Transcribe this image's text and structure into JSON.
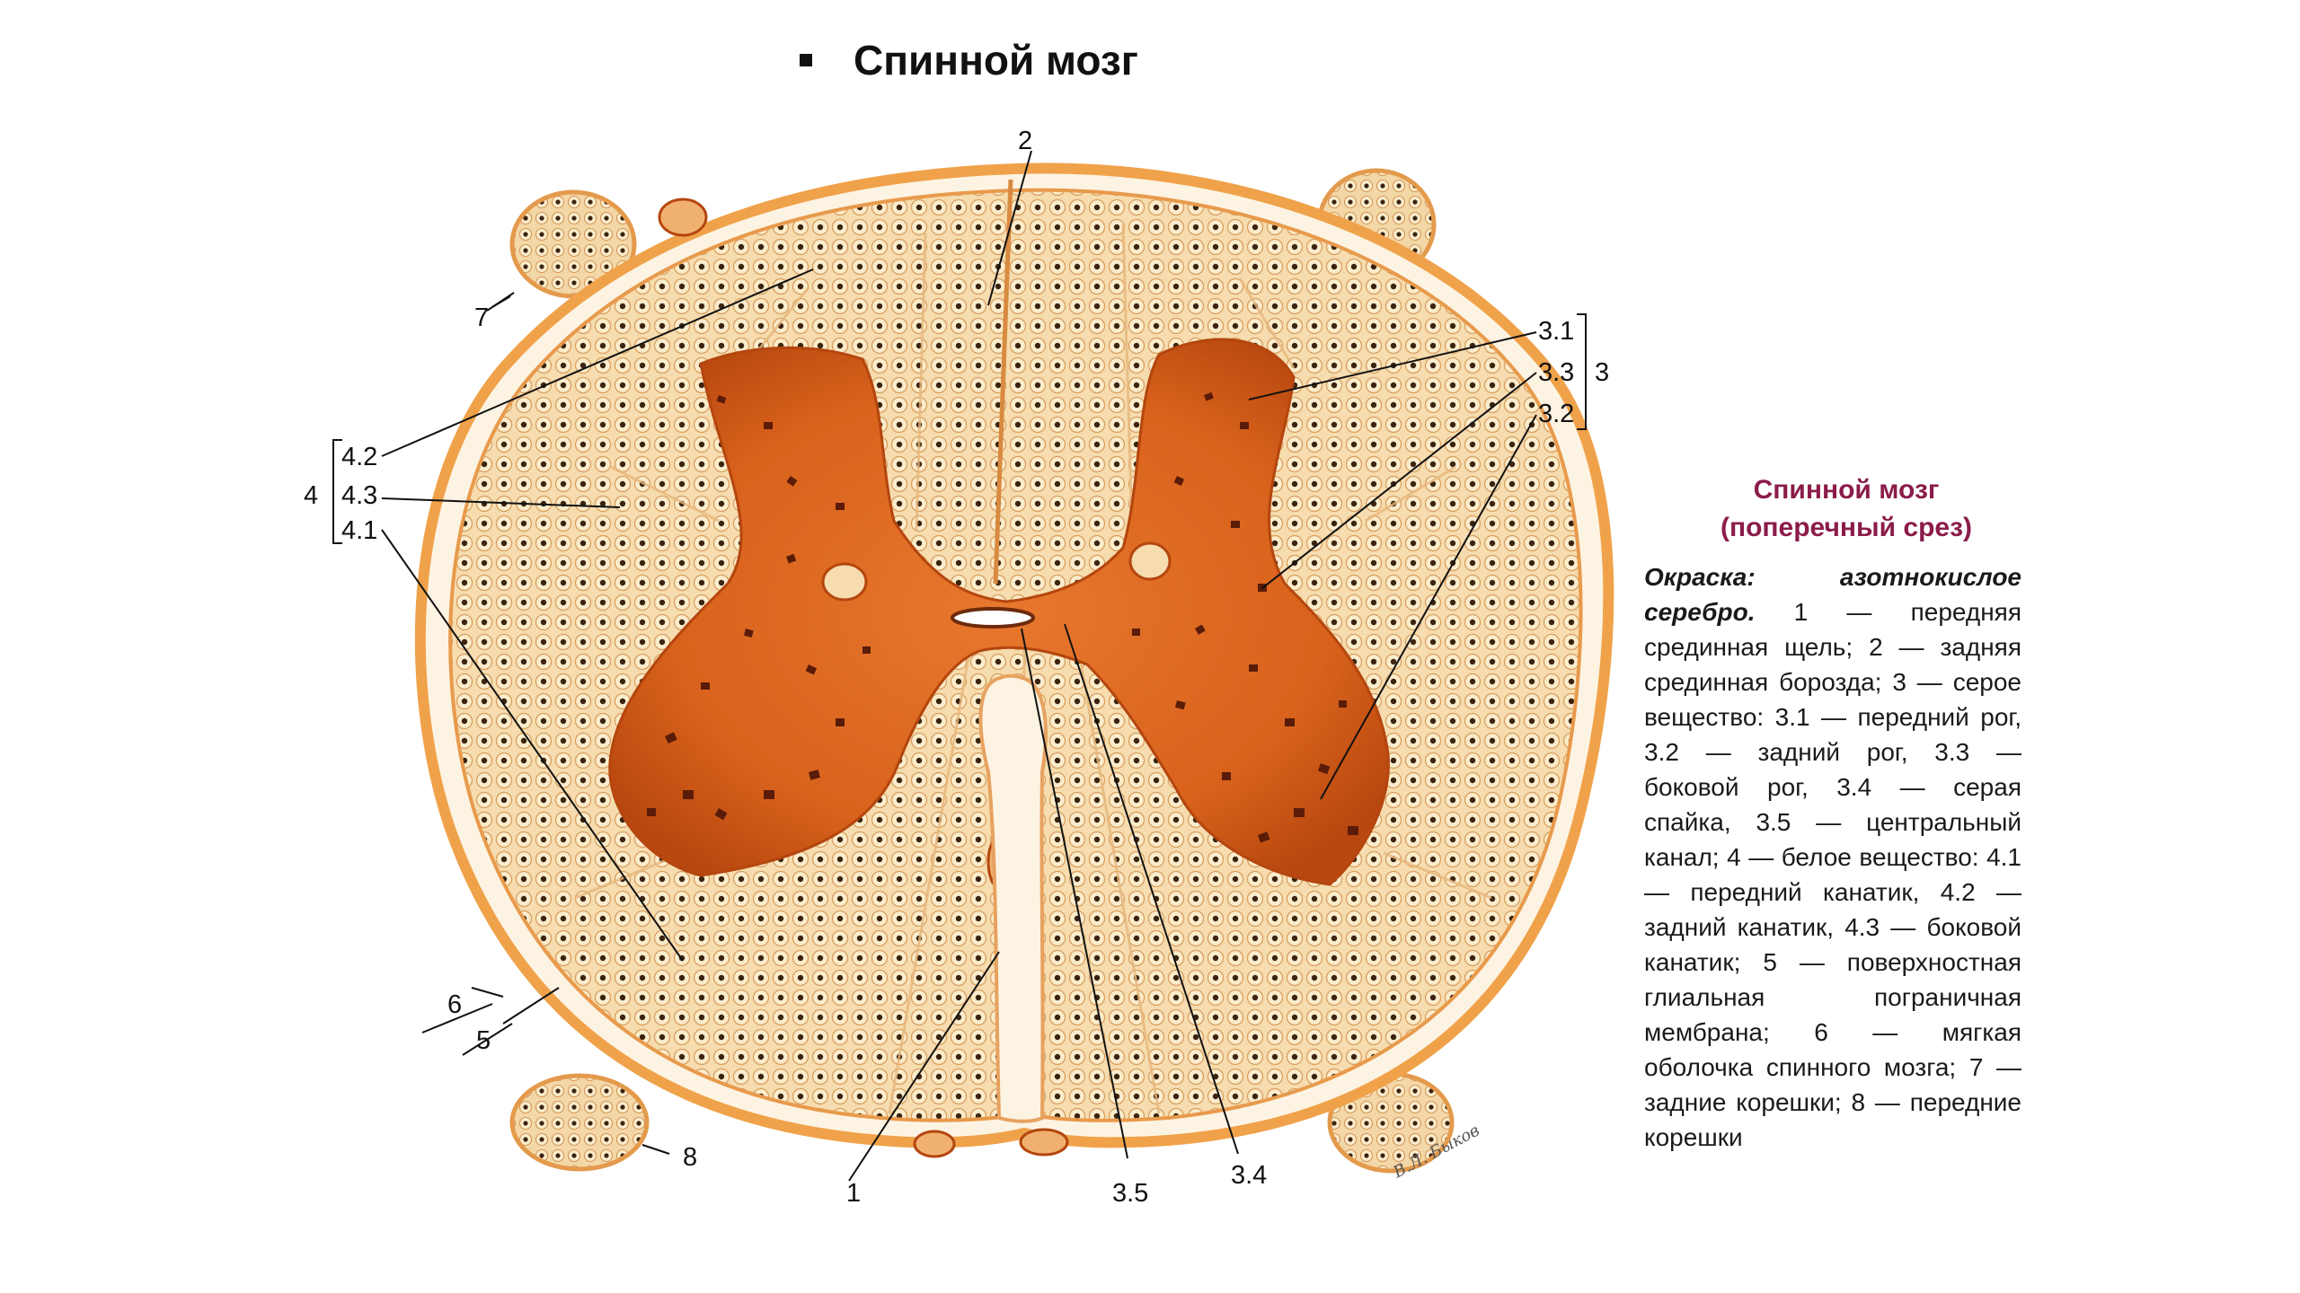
{
  "slide": {
    "title": "Спинной мозг"
  },
  "caption": {
    "title_line1": "Спинной мозг",
    "title_line2": "(поперечный срез)",
    "stain": "Окраска: азотнокислое серебро.",
    "body": "1 — передняя срединная щель; 2 — задняя срединная борозда; 3 — серое вещество: 3.1 — передний рог, 3.2 — задний рог, 3.3 — боковой рог, 3.4 — серая спайка, 3.5 — центральный канал; 4 — белое вещество: 4.1 — передний канатик, 4.2 — задний канатик, 4.3 — боковой канатик; 5 — поверхностная глиальная пограничная мембрана; 6 — мягкая оболочка спинного мозга; 7 — задние корешки; 8 — передние корешки"
  },
  "labels": {
    "l1": "1",
    "l2": "2",
    "l3": "3",
    "l31": "3.1",
    "l32": "3.2",
    "l33": "3.3",
    "l34": "3.4",
    "l35": "3.5",
    "l4": "4",
    "l41": "4.1",
    "l42": "4.2",
    "l43": "4.3",
    "l5": "5",
    "l6": "6",
    "l7": "7",
    "l8": "8"
  },
  "artist_signature": "В.Л. Быков",
  "colors": {
    "white_matter": "#f6dcae",
    "gray_matter": "#d9621c",
    "membrane": "#f0a24a",
    "axon_dot": "#3a2410",
    "caption_title": "#8b1c4a"
  }
}
